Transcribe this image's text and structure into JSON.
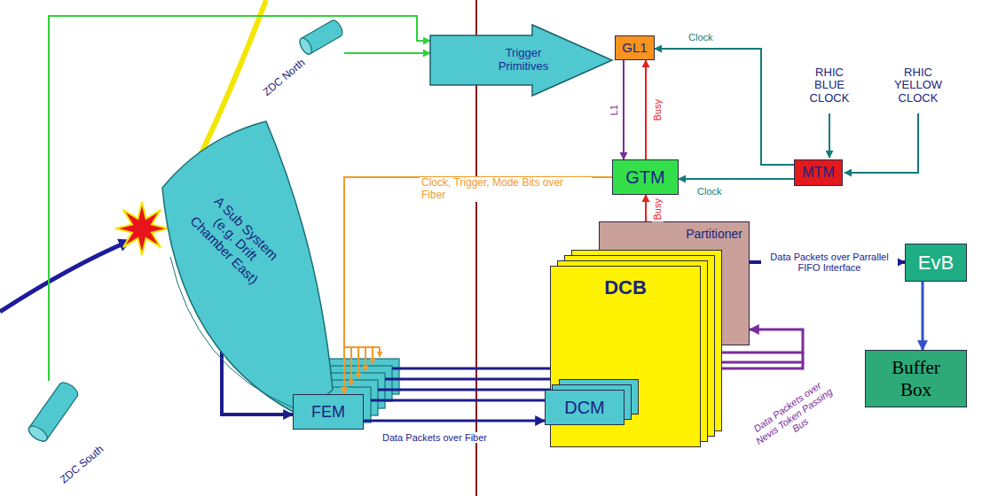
{
  "diagram": {
    "nodes": [
      {
        "text": [
          "ZDC North"
        ]
      },
      {
        "text": [
          "Trigger Primitives"
        ]
      },
      {
        "text": [
          "GL1"
        ]
      },
      {
        "text": [
          "GTM"
        ]
      },
      {
        "text": [
          "MTM"
        ]
      },
      {
        "text": [
          "A Sub System (e.g. Drift Chamber East)"
        ]
      },
      {
        "text": [
          "ZDC South"
        ]
      },
      {
        "text": [
          "Partitioner"
        ]
      },
      {
        "text": [
          "EvB"
        ]
      },
      {
        "text": [
          "DCB"
        ]
      },
      {
        "text": [
          "DCM"
        ],
        "in": 9
      },
      {
        "text": [
          "FEM"
        ]
      },
      {
        "text": [
          "Buffer Box"
        ]
      }
    ],
    "edges": [
      {
        "from": 0,
        "to": 1,
        "arrow": "to"
      },
      {
        "from": 6,
        "to": 1,
        "arrow": "to"
      },
      {
        "from": 4,
        "to": 2,
        "label": "Clock",
        "arrow": "to"
      },
      {
        "from": 4,
        "to": 3,
        "label": "Clock",
        "arrow": "to"
      },
      {
        "from": 2,
        "to": 3,
        "label": "L1",
        "arrow": "to"
      },
      {
        "from": 3,
        "to": 2,
        "label": "Busy",
        "arrow": "to"
      },
      {
        "from": 7,
        "to": 3,
        "label": "Busy",
        "arrow": "to"
      },
      {
        "from": 3,
        "to": 11,
        "label": "Clock, Trigger, Mode Bits over Fiber",
        "arrow": "to"
      },
      {
        "from": 5,
        "to": 11,
        "arrow": "to"
      },
      {
        "from": 11,
        "to": 10,
        "label": "Data Packets over Fiber",
        "arrow": "to"
      },
      {
        "from": 9,
        "to": 7,
        "label": "Data Packets over Nevis Token Passing Bus",
        "arrow": "to"
      },
      {
        "from": 7,
        "to": 8,
        "label": "Data Packets over Parrallel FIFO Interface",
        "arrow": "to"
      },
      {
        "from": 8,
        "to": 12,
        "arrow": "to"
      }
    ],
    "labels": [
      "RHIC BLUE CLOCK",
      "RHIC YELLOW CLOCK"
    ]
  }
}
